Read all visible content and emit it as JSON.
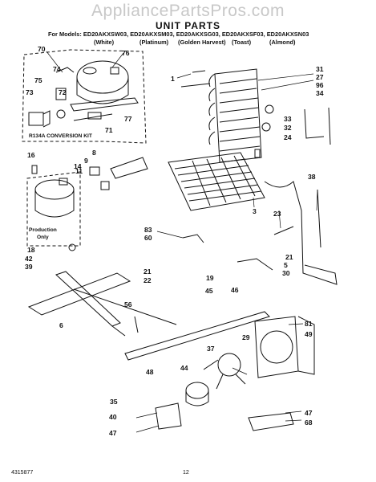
{
  "watermark": "AppliancePartsPros.com",
  "title": "UNIT PARTS",
  "models_line": "For Models: ED20AKXSW03, ED20AKXSM03, ED20AKXSG03, ED20AKXSF03, ED20AKXSN03",
  "colors": [
    "(White)",
    "(Platinum)",
    "(Golden Harvest)",
    "(Toast)",
    "(Almond)"
  ],
  "kit_label": "R134A CONVERSION KIT",
  "production_label": "Production",
  "only_label": "Only",
  "part_numbers": [
    "70",
    "76",
    "74",
    "75",
    "72",
    "73",
    "77",
    "71",
    "1",
    "31",
    "27",
    "96",
    "34",
    "33",
    "32",
    "24",
    "16",
    "8",
    "14",
    "9",
    "11",
    "3",
    "38",
    "23",
    "83",
    "60",
    "21",
    "5",
    "18",
    "42",
    "39",
    "21",
    "22",
    "19",
    "30",
    "56",
    "6",
    "45",
    "46",
    "81",
    "49",
    "29",
    "37",
    "48",
    "44",
    "35",
    "40",
    "47",
    "47",
    "68"
  ],
  "footer_left": "4315877",
  "footer_center": "12"
}
